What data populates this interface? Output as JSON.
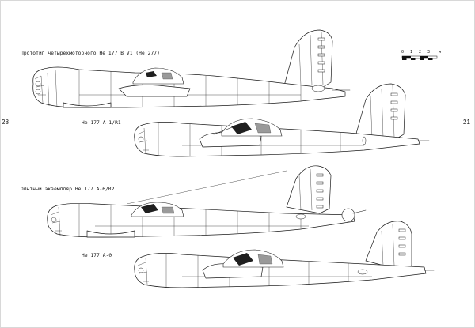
{
  "pages": {
    "left": "28",
    "right": "21"
  },
  "captions": {
    "drawing1": "Прототип четырехмоторного He 177 B V1 (He 277)",
    "drawing2": "He 177 A-1/R1",
    "drawing3": "Опытный экземпляр He 177 A-6/R2",
    "drawing4": "He 177 A-0"
  },
  "scale": {
    "ticks": [
      "0",
      "1",
      "2",
      "3",
      "м"
    ]
  },
  "colors": {
    "ink": "#1a1a1a",
    "paper": "#ffffff",
    "frame": "#d8d8d8"
  }
}
